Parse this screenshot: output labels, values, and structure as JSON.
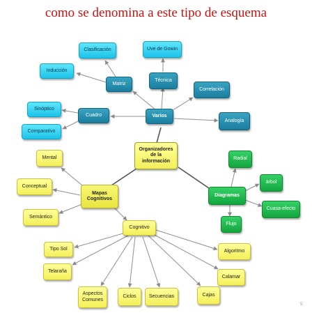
{
  "title": "como se denomina a este tipo de esquema",
  "page_number": "5",
  "nodes": {
    "center": "Organizadores de la información",
    "varios": "Varios",
    "matriz": "Matriz",
    "clasificacion": "Clasificación",
    "induccion": "Inducción",
    "uve_gowin": "Uve de Gowin",
    "tecnica": "Técnica",
    "correlacion": "Correlación",
    "analogia": "Analogía",
    "cuadro": "Cuadro",
    "sinoptico": "Sinóptico",
    "comparativo": "Comparativo",
    "mapas": "Mapas Cognitivos",
    "mental": "Mental",
    "conceptual": "Conceptual",
    "semantico": "Semántico",
    "cognitivo": "Cognitivo",
    "tipo_sol": "Tipo Sol",
    "telarana": "Telaraña",
    "aspectos": "Aspectos Comunes",
    "ciclos": "Ciclos",
    "secuencias": "Secuencias",
    "cajas": "Cajas",
    "calamar": "Calamar",
    "algoritmo": "Algoritmo",
    "diagramas": "Diagramas",
    "radial": "Radial",
    "arbol": "árbol",
    "causa_efecto": "Cuasa-efecto",
    "flujo": "Flujo"
  }
}
